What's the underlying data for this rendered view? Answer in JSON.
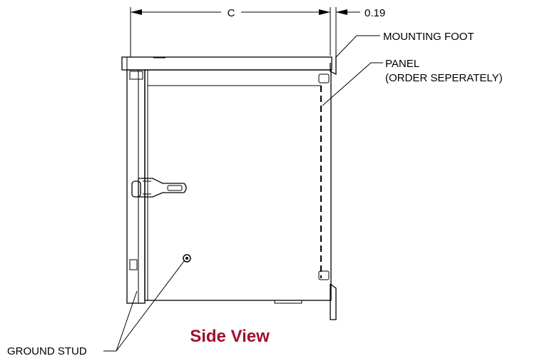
{
  "dimensions": {
    "width_label": "C",
    "offset_label": "0.19"
  },
  "callouts": {
    "mounting_foot": "MOUNTING FOOT",
    "panel_line1": "PANEL",
    "panel_line2": "(ORDER SEPERATELY)",
    "ground_stud": "GROUND STUD"
  },
  "title": "Side View",
  "colors": {
    "title": "#a0102e",
    "lines": "#000000",
    "background": "#ffffff"
  }
}
